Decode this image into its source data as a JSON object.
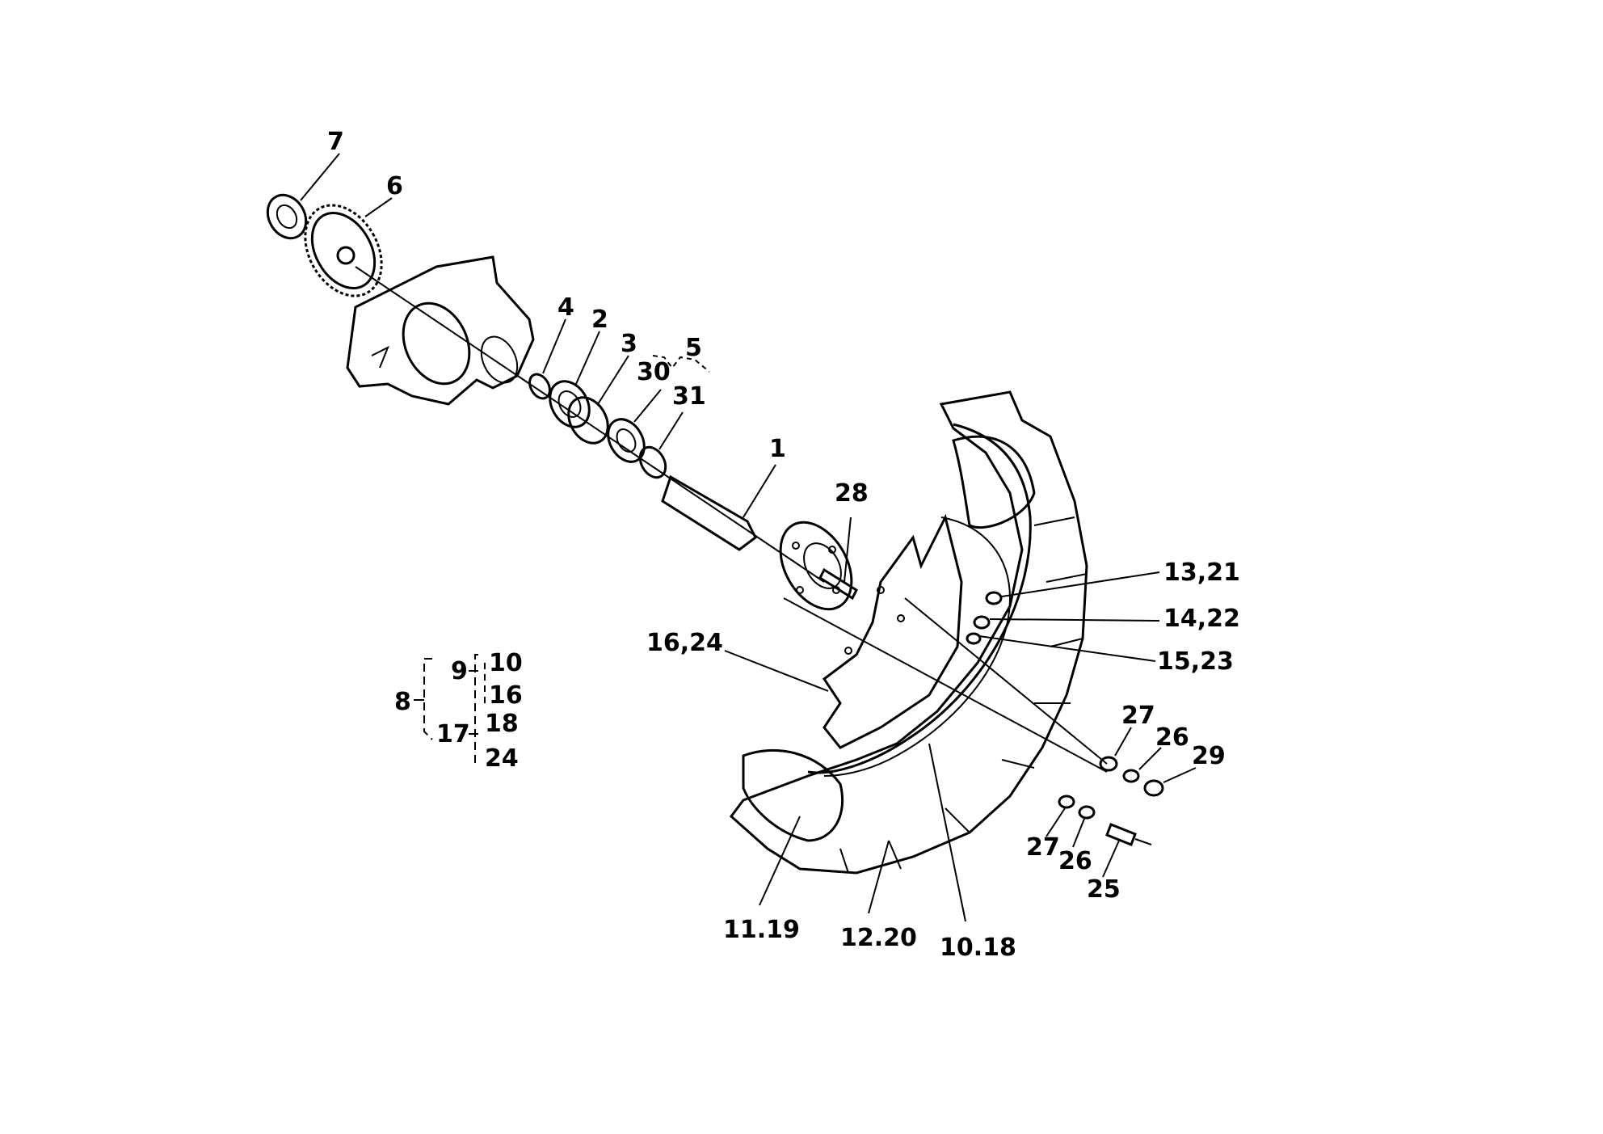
{
  "labels": {
    "p7": "7",
    "p6": "6",
    "p4": "4",
    "p2": "2",
    "p3": "3",
    "p5": "5",
    "p30": "30",
    "p31": "31",
    "p1": "1",
    "p28": "28",
    "p13_21": "13,21",
    "p14_22": "14,22",
    "p15_23": "15,23",
    "p16_24": "16,24",
    "p27a": "27",
    "p26a": "26",
    "p29": "29",
    "p27b": "27",
    "p26b": "26",
    "p25": "25",
    "p11_19": "11.19",
    "p12_20": "12.20",
    "p10_18": "10.18",
    "g8": "8",
    "g9": "9",
    "g10": "10",
    "g16": "16",
    "g17": "17",
    "g18": "18",
    "g24": "24"
  }
}
